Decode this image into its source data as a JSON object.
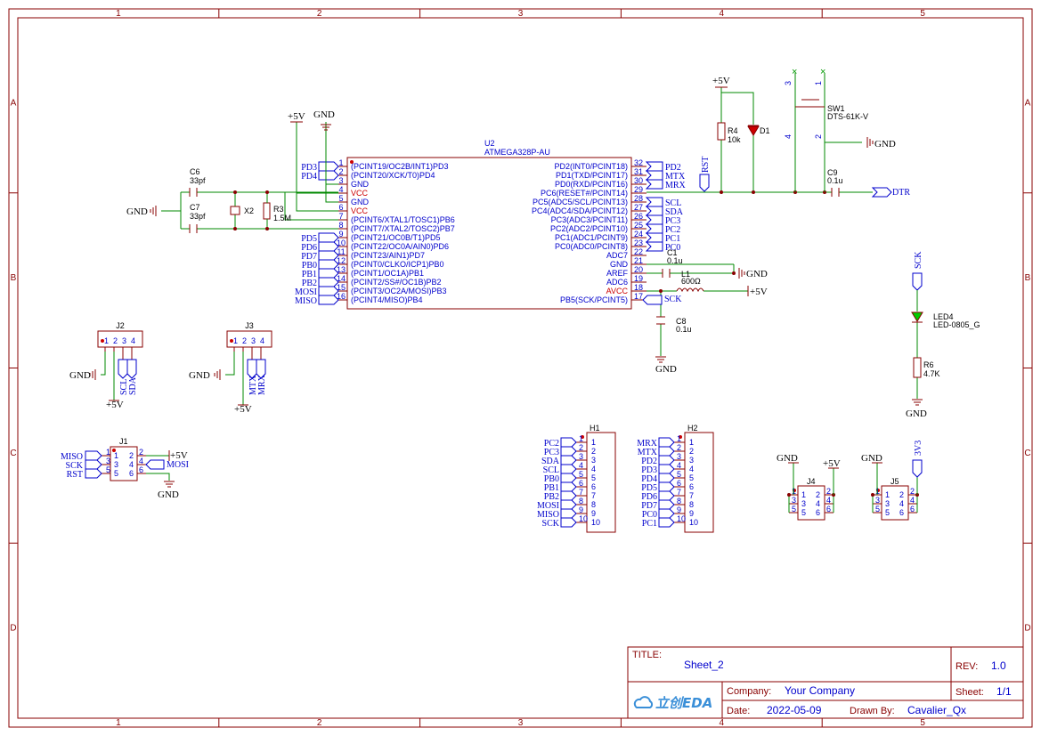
{
  "frame": {
    "columns": [
      "1",
      "2",
      "3",
      "4",
      "5"
    ],
    "rows": [
      "A",
      "B",
      "C",
      "D"
    ]
  },
  "title_block": {
    "title_label": "TITLE:",
    "title": "Sheet_2",
    "rev_label": "REV:",
    "rev": "1.0",
    "company_label": "Company:",
    "company": "Your Company",
    "sheet_label": "Sheet:",
    "sheet": "1/1",
    "date_label": "Date:",
    "date": "2022-05-09",
    "drawn_label": "Drawn By:",
    "drawn_by": "Cavalier_Qx",
    "logo": "立创EDA"
  },
  "mcu": {
    "ref": "U2",
    "part": "ATMEGA328P-AU",
    "left_pins": [
      {
        "num": "1",
        "name": "(PCINT19/OC2B/INT1)PD3",
        "net": "PD3"
      },
      {
        "num": "2",
        "name": "(PCINT20/XCK/T0)PD4",
        "net": "PD4"
      },
      {
        "num": "3",
        "name": "GND",
        "net": ""
      },
      {
        "num": "4",
        "name": "VCC",
        "net": ""
      },
      {
        "num": "5",
        "name": "GND",
        "net": ""
      },
      {
        "num": "6",
        "name": "VCC",
        "net": ""
      },
      {
        "num": "7",
        "name": "(PCINT6/XTAL1/TOSC1)PB6",
        "net": ""
      },
      {
        "num": "8",
        "name": "(PCINT7/XTAL2/TOSC2)PB7",
        "net": ""
      },
      {
        "num": "9",
        "name": "(PCINT21/OC0B/T1)PD5",
        "net": "PD5"
      },
      {
        "num": "10",
        "name": "(PCINT22/OC0A/AIN0)PD6",
        "net": "PD6"
      },
      {
        "num": "11",
        "name": "(PCINT23/AIN1)PD7",
        "net": "PD7"
      },
      {
        "num": "12",
        "name": "(PCINT0/CLKO/ICP1)PB0",
        "net": "PB0"
      },
      {
        "num": "13",
        "name": "(PCINT1/OC1A)PB1",
        "net": "PB1"
      },
      {
        "num": "14",
        "name": "(PCINT2/SS#/OC1B)PB2",
        "net": "PB2"
      },
      {
        "num": "15",
        "name": "(PCINT3/OC2A/MOSI)PB3",
        "net": "MOSI"
      },
      {
        "num": "16",
        "name": "(PCINT4/MISO)PB4",
        "net": "MISO"
      }
    ],
    "right_pins": [
      {
        "num": "32",
        "name": "PD2(INT0/PCINT18)",
        "net": "PD2"
      },
      {
        "num": "31",
        "name": "PD1(TXD/PCINT17)",
        "net": "MTX"
      },
      {
        "num": "30",
        "name": "PD0(RXD/PCINT16)",
        "net": "MRX"
      },
      {
        "num": "29",
        "name": "PC6(RESET#/PCINT14)",
        "net": ""
      },
      {
        "num": "28",
        "name": "PC5(ADC5/SCL/PCINT13)",
        "net": "SCL"
      },
      {
        "num": "27",
        "name": "PC4(ADC4/SDA/PCINT12)",
        "net": "SDA"
      },
      {
        "num": "26",
        "name": "PC3(ADC3/PCINT11)",
        "net": "PC3"
      },
      {
        "num": "25",
        "name": "PC2(ADC2/PCINT10)",
        "net": "PC2"
      },
      {
        "num": "24",
        "name": "PC1(ADC1/PCINT9)",
        "net": "PC1"
      },
      {
        "num": "23",
        "name": "PC0(ADC0/PCINT8)",
        "net": "PC0"
      },
      {
        "num": "22",
        "name": "ADC7",
        "net": ""
      },
      {
        "num": "21",
        "name": "GND",
        "net": ""
      },
      {
        "num": "20",
        "name": "AREF",
        "net": ""
      },
      {
        "num": "19",
        "name": "ADC6",
        "net": ""
      },
      {
        "num": "18",
        "name": "AVCC",
        "net": ""
      },
      {
        "num": "17",
        "name": "PB5(SCK/PCINT5)",
        "net": "SCK"
      }
    ]
  },
  "components": {
    "c6": {
      "ref": "C6",
      "value": "33pf"
    },
    "c7": {
      "ref": "C7",
      "value": "33pf"
    },
    "x2": {
      "ref": "X2"
    },
    "r3": {
      "ref": "R3",
      "value": "1.5M"
    },
    "r4": {
      "ref": "R4",
      "value": "10k"
    },
    "d1": {
      "ref": "D1"
    },
    "sw1": {
      "ref": "SW1",
      "value": "DTS-61K-V",
      "pins": [
        "3",
        "1",
        "4",
        "2"
      ]
    },
    "c9": {
      "ref": "C9",
      "value": "0.1u"
    },
    "c1": {
      "ref": "C1",
      "value": "0.1u"
    },
    "l1": {
      "ref": "L1",
      "value": "600Ω"
    },
    "c8": {
      "ref": "C8",
      "value": "0.1u"
    },
    "led4": {
      "ref": "LED4",
      "value": "LED-0805_G"
    },
    "r6": {
      "ref": "R6",
      "value": "4.7K"
    }
  },
  "nets": {
    "vcc5": "+5V",
    "gnd": "GND",
    "rst": "RST",
    "dtr": "DTR",
    "sck": "SCK",
    "v33": "3V3"
  },
  "j2": {
    "ref": "J2",
    "pins": [
      "1",
      "2",
      "3",
      "4"
    ],
    "nets": [
      "SCL",
      "SDA"
    ]
  },
  "j3": {
    "ref": "J3",
    "pins": [
      "1",
      "2",
      "3",
      "4"
    ],
    "nets": [
      "MTX",
      "MRX"
    ]
  },
  "j1": {
    "ref": "J1",
    "pins": [
      "1",
      "2",
      "3",
      "4",
      "5",
      "6"
    ],
    "left_nets": [
      "MISO",
      "SCK",
      "RST"
    ],
    "right_nets": [
      "+5V",
      "MOSI",
      "GND"
    ]
  },
  "h1": {
    "ref": "H1",
    "pins": [
      "1",
      "2",
      "3",
      "4",
      "5",
      "6",
      "7",
      "8",
      "9",
      "10"
    ],
    "nets": [
      "PC2",
      "PC3",
      "SDA",
      "SCL",
      "PB0",
      "PB1",
      "PB2",
      "MOSI",
      "MISO",
      "SCK"
    ]
  },
  "h2": {
    "ref": "H2",
    "pins": [
      "1",
      "2",
      "3",
      "4",
      "5",
      "6",
      "7",
      "8",
      "9",
      "10"
    ],
    "nets": [
      "MRX",
      "MTX",
      "PD2",
      "PD3",
      "PD4",
      "PD5",
      "PD6",
      "PD7",
      "PC0",
      "PC1"
    ]
  },
  "j4": {
    "ref": "J4",
    "pins": [
      "1",
      "2",
      "3",
      "4",
      "5",
      "6"
    ]
  },
  "j5": {
    "ref": "J5",
    "pins": [
      "1",
      "2",
      "3",
      "4",
      "5",
      "6"
    ]
  }
}
